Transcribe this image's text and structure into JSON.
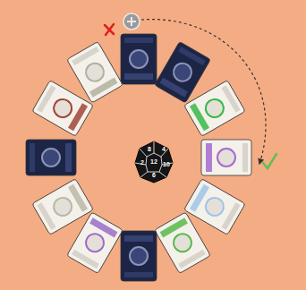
{
  "diagram": {
    "labels": [
      "8",
      "4",
      "2",
      "12",
      "10",
      "6"
    ]
  }
}
